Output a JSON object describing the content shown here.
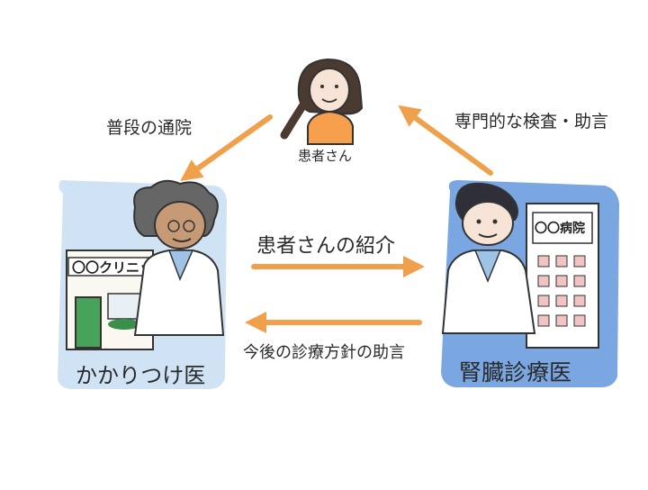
{
  "nodes": {
    "patient": "患者さん",
    "family_doctor": "かかりつけ医",
    "kidney_specialist": "腎臓診療医"
  },
  "edges": {
    "regular_visit": "普段の通院",
    "specialist_exam": "専門的な検査・助言",
    "referral": "患者さんの紹介",
    "treatment_advice": "今後の診療方針の助言"
  },
  "signs": {
    "clinic": "〇〇クリニック",
    "hospital": "〇〇病院"
  },
  "colors": {
    "arrow": "#f0a04b",
    "family_panel": "#cfe3f5",
    "specialist_panel": "#7aa6e2",
    "patient_shirt": "#f6a04d"
  }
}
